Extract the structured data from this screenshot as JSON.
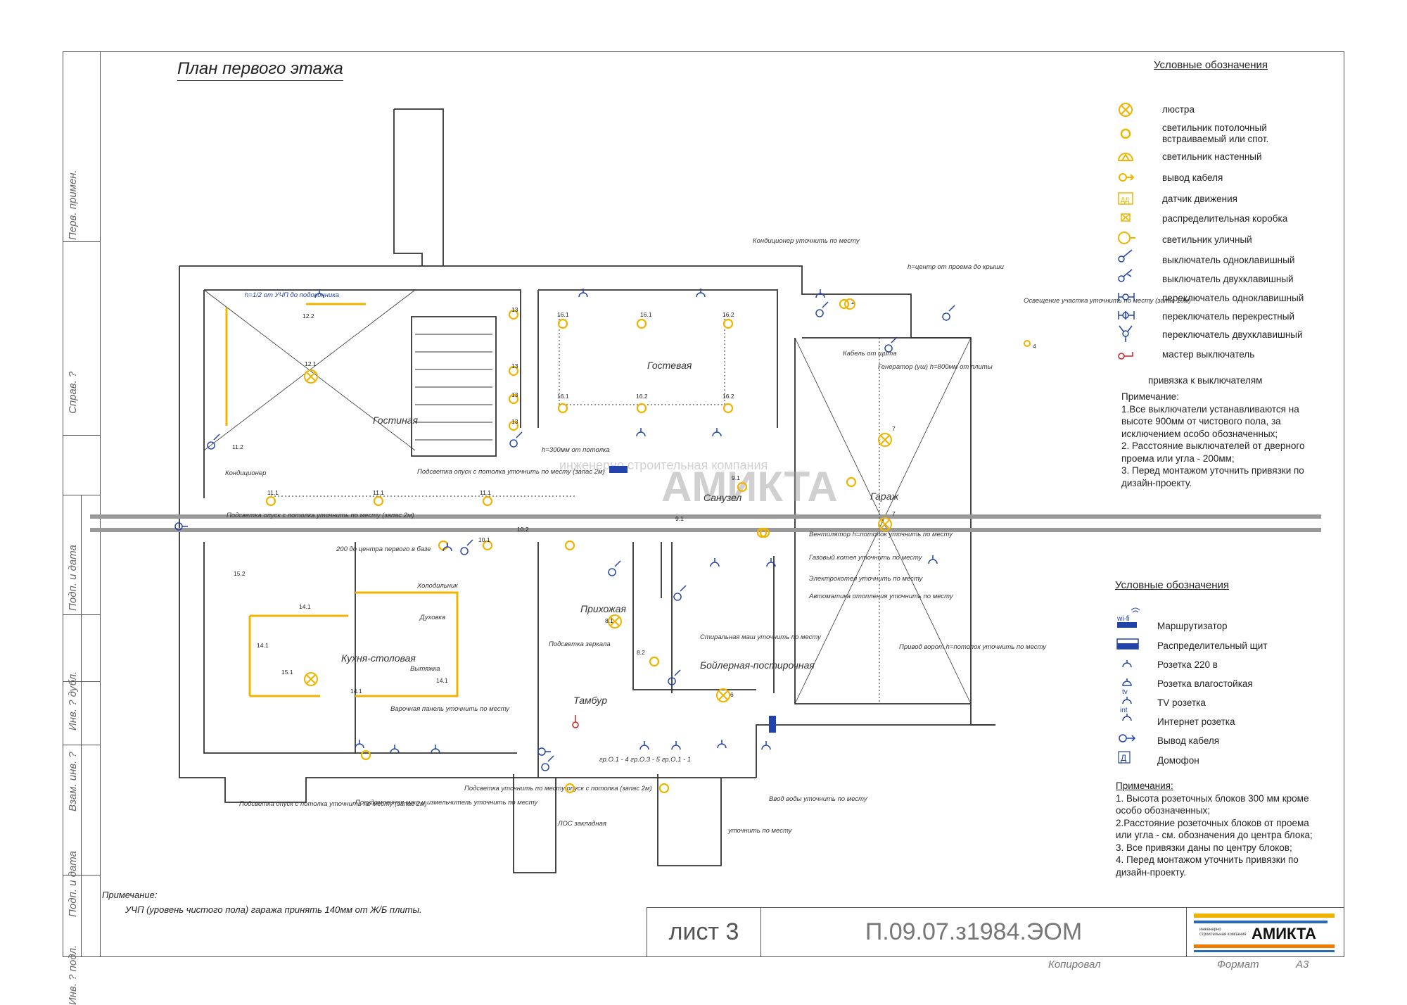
{
  "plan": {
    "title": "План первого этажа",
    "rooms": {
      "living": "Гостиная",
      "guest": "Гостевая",
      "bathroom": "Санузел",
      "garage": "Гараж",
      "kitchen": "Кухня-столовая",
      "hall": "Прихожая",
      "boiler": "Бойлерная-постирочная",
      "vestibule": "Тамбур"
    },
    "annotations": {
      "watermark_brand": "АМИКТА",
      "watermark_sub": "инженерно строительная компания",
      "conditioner": "Кондиционер",
      "conditioner_top": "Кондиционер уточнить по месту",
      "h_center_roof": "h=центр от проема до крыши",
      "site_lighting": "Освещение участка уточнить по месту (запас 10м)",
      "cable_from_panel": "Кабель от щита",
      "generator": "Генератор (уш) h=800мм от плиты",
      "fan": "Вентилятор h=потолок уточнить по месту",
      "gas_boiler": "Газовый котел уточнить по месту",
      "electric_boiler": "Электрокотел уточнить по месту",
      "heating_auto": "Автоматика отопления уточнить по месту",
      "gate_drive": "Привод ворот h=потолок уточнить по месту",
      "water_input": "Ввод воды уточнить по месту",
      "specify_place": "уточнить по месту",
      "washing_machine": "Стиральная маш уточнить по месту",
      "mirror_light": "Подсветка зеркала",
      "fridge": "Холодильник",
      "oven": "Духовка",
      "hood": "Вытяжка",
      "cooktop": "Варочная панель уточнить по месту",
      "dishwasher": "Посудомоечная маш и измельчитель уточнить по месту",
      "backlight_ceiling": "Подсветка опуск с потолка уточнить по месту (запас 2м)",
      "backlight_ceiling2": "Подсветка уточнить по месту опуск с потолка (запас 2м)",
      "backlight_left": "Подсветка опуск с потолка уточнить по месту (запас 2м)",
      "backlight_bottom": "Подсветка опуск с потолка уточнить по месту (запас 2м)",
      "window_sill": "h=1/2 от УЧП до подоконника",
      "ceiling_300": "h=300мм от потолка",
      "stair_center": "200 до центра первого в базе",
      "lds": "ЛОС закладная",
      "groups": "гр.О.1 - 4 гр.О.3 - 5 гр.О.1 - 1"
    },
    "bottom_note_title": "Примечание:",
    "bottom_note": "УЧП (уровень чистого пола) гаража принять 140мм от Ж/Б плиты."
  },
  "side_strip": {
    "labels": [
      "Перв. примен.",
      "Справ. ?",
      "Подп. и дата",
      "Инв. ? дубл.",
      "Взам. инв. ?",
      "Подп. и дата",
      "Инв. ? подл."
    ]
  },
  "legend_lighting": {
    "title": "Условные обозначения",
    "items": [
      {
        "icon": "chandelier-icon",
        "label": "люстра"
      },
      {
        "icon": "ceiling-spot-icon",
        "label": "светильник потолочный встраиваемый или спот."
      },
      {
        "icon": "wall-light-icon",
        "label": "светильник настенный"
      },
      {
        "icon": "cable-outlet-icon",
        "label": "вывод кабеля"
      },
      {
        "icon": "motion-sensor-icon",
        "label": "датчик движения"
      },
      {
        "icon": "junction-box-icon",
        "label": "распределительная коробка"
      },
      {
        "icon": "street-light-icon",
        "label": "светильник уличный"
      },
      {
        "icon": "switch-single-icon",
        "label": "выключатель одноклавишный"
      },
      {
        "icon": "switch-double-icon",
        "label": "выключатель двухклавишный"
      },
      {
        "icon": "toggle-single-icon",
        "label": "переключатель одноклавишный"
      },
      {
        "icon": "toggle-cross-icon",
        "label": "переключатель перекрестный"
      },
      {
        "icon": "toggle-double-icon",
        "label": "переключатель двухклавишный"
      },
      {
        "icon": "master-switch-icon",
        "label": "мастер выключатель"
      }
    ],
    "binding_label": "привязка к выключателям",
    "note_title": "Примечание:",
    "notes": [
      "1.Все выключатели устанавливаются на высоте 900мм от чистового пола, за исключением особо обозначенных;",
      "2. Расстояние выключателей от дверного проема или угла - 200мм;",
      "3. Перед монтажом уточнить привязки по дизайн-проекту."
    ]
  },
  "legend_power": {
    "title": "Условные обозначения",
    "items": [
      {
        "icon": "router-icon",
        "label": "Маршрутизатор",
        "icon_text": "wi-fi"
      },
      {
        "icon": "distribution-panel-icon",
        "label": "Распределительный щит"
      },
      {
        "icon": "socket-icon",
        "label": "Розетка 220 в"
      },
      {
        "icon": "socket-waterproof-icon",
        "label": "Розетка влагостойкая"
      },
      {
        "icon": "tv-socket-icon",
        "label": "TV розетка",
        "icon_text": "tv"
      },
      {
        "icon": "internet-socket-icon",
        "label": "Интернет розетка",
        "icon_text": "int"
      },
      {
        "icon": "cable-outlet-icon",
        "label": "Вывод кабеля"
      },
      {
        "icon": "intercom-icon",
        "label": "Домофон",
        "icon_text": "Д"
      }
    ],
    "note_title": "Примечания:",
    "notes": [
      "1. Высота розеточных блоков 300 мм кроме особо обозначенных;",
      "2.Расстояние розеточных блоков от проема или угла - см. обозначения до центра блока;",
      "3. Все привязки даны по центру блоков;",
      "4. Перед монтажом уточнить привязки по дизайн-проекту."
    ]
  },
  "stamp": {
    "sheet": "лист 3",
    "code": "П.09.07.з1984.ЭОМ",
    "company_sub": "инженерно строительная компания",
    "company": "АМИКТА"
  },
  "footer": {
    "copied": "Копировал",
    "format_label": "Формат",
    "format_value": "А3"
  },
  "colors": {
    "light": "#f0b400",
    "socket": "#2244aa",
    "master": "#cc2222",
    "wall": "#333333"
  }
}
